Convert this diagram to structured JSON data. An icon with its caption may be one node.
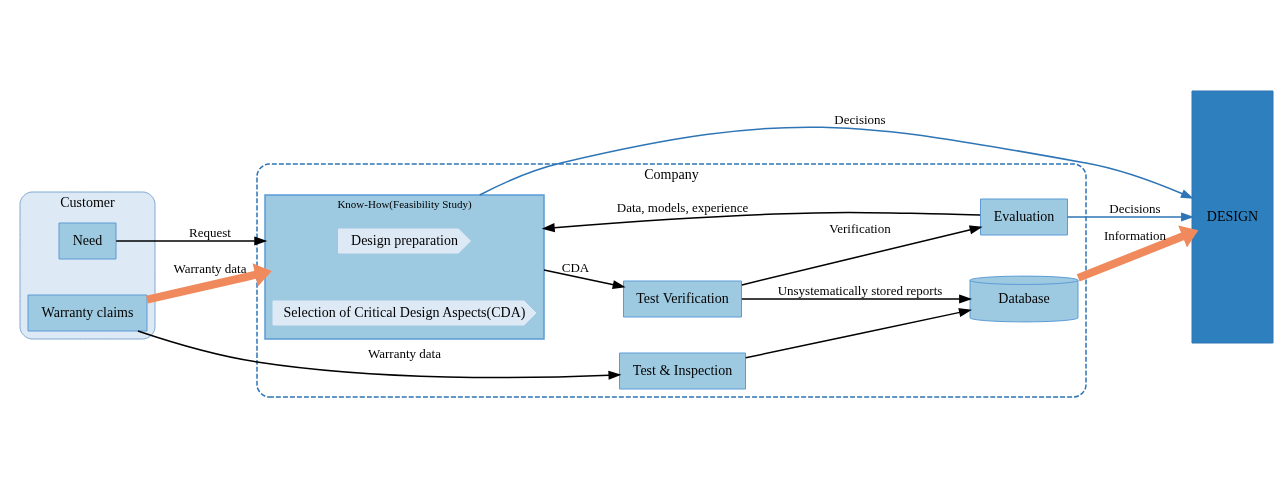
{
  "diagram": {
    "nodes": [
      {
        "text": [
          "Customer"
        ]
      },
      {
        "text": [
          "Need"
        ],
        "in": 0
      },
      {
        "text": [
          "Warranty claims"
        ],
        "in": 0
      },
      {
        "text": [
          "Company"
        ]
      },
      {
        "text": [
          "Know-How(Feasibility Study)"
        ],
        "in": 3
      },
      {
        "text": [
          "Design preparation"
        ],
        "in": 4
      },
      {
        "text": [
          "Selection of Critical Design Aspects(CDA)"
        ],
        "in": 4
      },
      {
        "text": [
          "Test Verification"
        ],
        "in": 3
      },
      {
        "text": [
          "Evaluation"
        ],
        "in": 3
      },
      {
        "text": [
          "Test & Inspection"
        ],
        "in": 3
      },
      {
        "text": [
          "Database"
        ],
        "in": 3
      },
      {
        "text": [
          "DESIGN"
        ]
      }
    ],
    "edges": [
      {
        "from": 1,
        "to": 4,
        "arrow": "to",
        "label": "Request"
      },
      {
        "from": 4,
        "to": 7,
        "arrow": "to",
        "label": "CDA"
      },
      {
        "from": 7,
        "to": 8,
        "arrow": "to",
        "label": "Verification"
      },
      {
        "from": 8,
        "to": 4,
        "arrow": "to",
        "label": "Data, models, experience"
      },
      {
        "from": 8,
        "to": 11,
        "arrow": "to",
        "label": "Decisions",
        "color": "#2e75b6"
      },
      {
        "from": 4,
        "to": 11,
        "arrow": "to",
        "label": "Decisions",
        "color": "#2e75b6"
      },
      {
        "from": 2,
        "to": 4,
        "arrow": "to",
        "label": "Warranty data",
        "style": "thick",
        "color": "#f08a5d"
      },
      {
        "from": 2,
        "to": 9,
        "arrow": "to",
        "label": "Warranty data"
      },
      {
        "from": 9,
        "to": 10,
        "arrow": "to"
      },
      {
        "from": 7,
        "to": 10,
        "arrow": "to",
        "label": "Unsystematically stored reports"
      },
      {
        "from": 10,
        "to": 11,
        "arrow": "to",
        "label": "Information",
        "style": "thick",
        "color": "#f08a5d"
      }
    ]
  }
}
